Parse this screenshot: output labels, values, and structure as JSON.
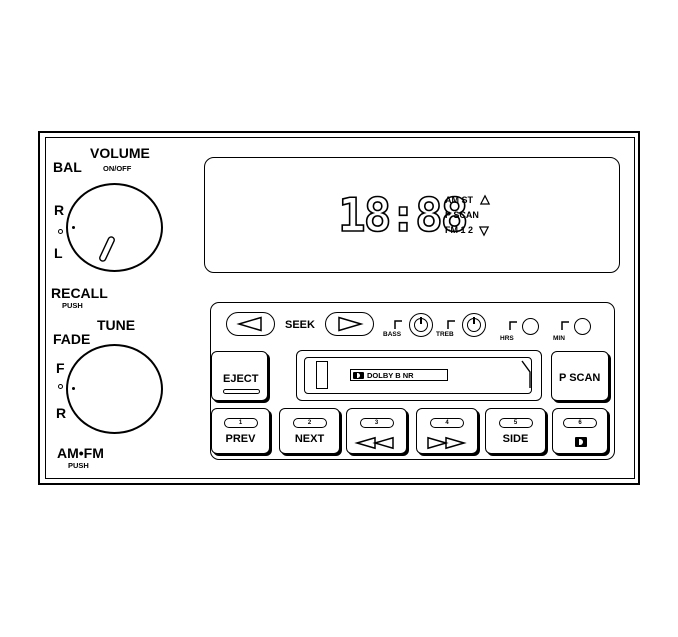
{
  "left_controls": {
    "bal_label": "BAL",
    "volume_label": "VOLUME",
    "on_off_label": "ON/OFF",
    "r_top_label": "R",
    "l_label": "L",
    "recall_label": "RECALL",
    "push_top_label": "PUSH",
    "tune_label": "TUNE",
    "fade_label": "FADE",
    "f_label": "F",
    "r_bottom_label": "R",
    "amfm_label": "AM•FM",
    "push_bottom_label": "PUSH"
  },
  "display": {
    "digits": "18:88",
    "indicator_1": "AM ST",
    "indicator_2": "P SCAN",
    "indicator_3": "FM 1 2"
  },
  "seek": {
    "label": "SEEK"
  },
  "knobs": {
    "bass_label": "BASS",
    "treb_label": "TREB",
    "hrs_label": "HRS",
    "min_label": "MIN"
  },
  "cassette": {
    "eject_label": "EJECT",
    "dolby_label": "DOLBY B NR",
    "pscan_label": "P SCAN"
  },
  "presets": [
    {
      "number": "1",
      "label": "PREV"
    },
    {
      "number": "2",
      "label": "NEXT"
    },
    {
      "number": "3",
      "label": ""
    },
    {
      "number": "4",
      "label": ""
    },
    {
      "number": "5",
      "label": "SIDE"
    },
    {
      "number": "6",
      "label": ""
    }
  ],
  "icons": {
    "seek_down": "left-triangle-icon",
    "seek_up": "right-triangle-icon",
    "rewind": "rewind-icon",
    "fast_forward": "fast-forward-icon",
    "dolby": "dolby-icon",
    "scan_up": "up-triangle-icon",
    "scan_down": "down-triangle-icon"
  }
}
